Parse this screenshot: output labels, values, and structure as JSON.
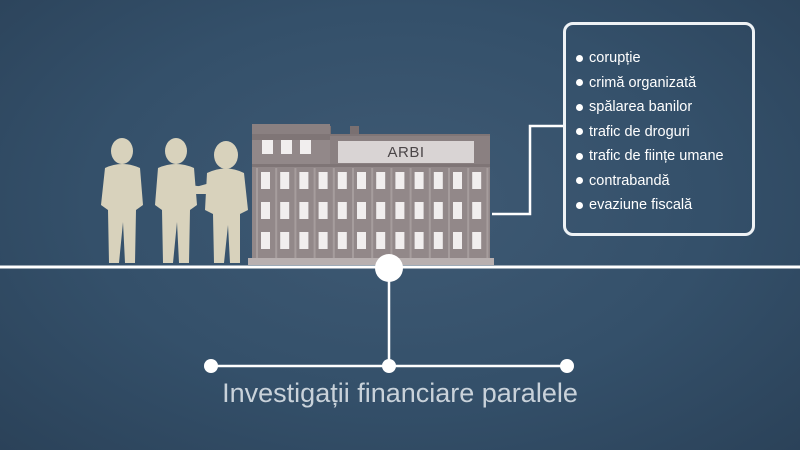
{
  "building": {
    "label": "ARBI"
  },
  "crimes": [
    "corupție",
    "crimă organizată",
    "spălarea banilor",
    "trafic de droguri",
    "trafic de ființe umane",
    "contrabandă",
    "evaziune fiscală"
  ],
  "caption": "Investigații financiare paralele",
  "colors": {
    "background": "#34506a",
    "lines": "#ffffff",
    "building_main": "#8d8384",
    "building_roof": "#7a7071",
    "figures": "#d8d2bc",
    "caption": "#c9d2da"
  }
}
